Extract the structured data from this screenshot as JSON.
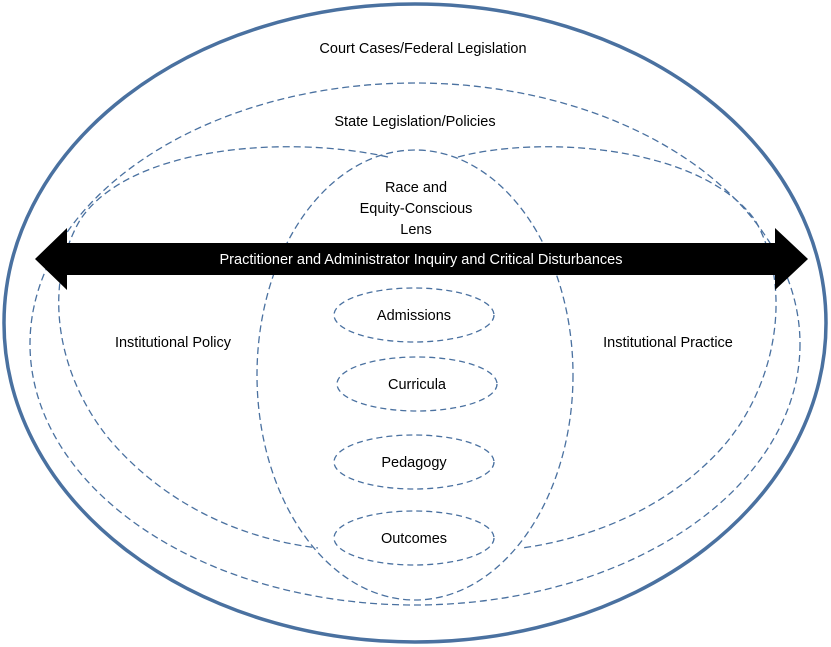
{
  "outer_label": "Court Cases/Federal Legislation",
  "state_label": "State Legislation/Policies",
  "lens_label": [
    "Race and",
    "Equity-Conscious",
    "Lens"
  ],
  "arrow_label": "Practitioner and Administrator Inquiry and Critical Disturbances",
  "left_label": "Institutional Policy",
  "right_label": "Institutional Practice",
  "center_items": [
    "Admissions",
    "Curricula",
    "Pedagogy",
    "Outcomes"
  ],
  "colors": {
    "outer_stroke": "#4a71a0",
    "dashed_stroke": "#4a71a0",
    "arrow_fill": "#000000",
    "arrow_text": "#ffffff"
  }
}
